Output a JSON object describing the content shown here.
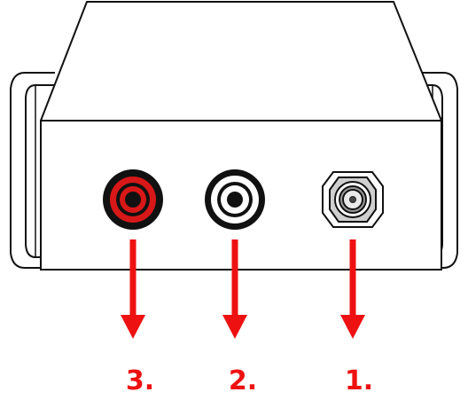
{
  "colors": {
    "arrow": "#ee1111",
    "label": "#ee1111",
    "outline": "#111111",
    "device_fill": "#ffffff",
    "red_connector": "#d81818"
  },
  "connectors": [
    {
      "id": "red-rca",
      "label": "3."
    },
    {
      "id": "white-rca",
      "label": "2."
    },
    {
      "id": "coax-f",
      "label": "1."
    }
  ]
}
